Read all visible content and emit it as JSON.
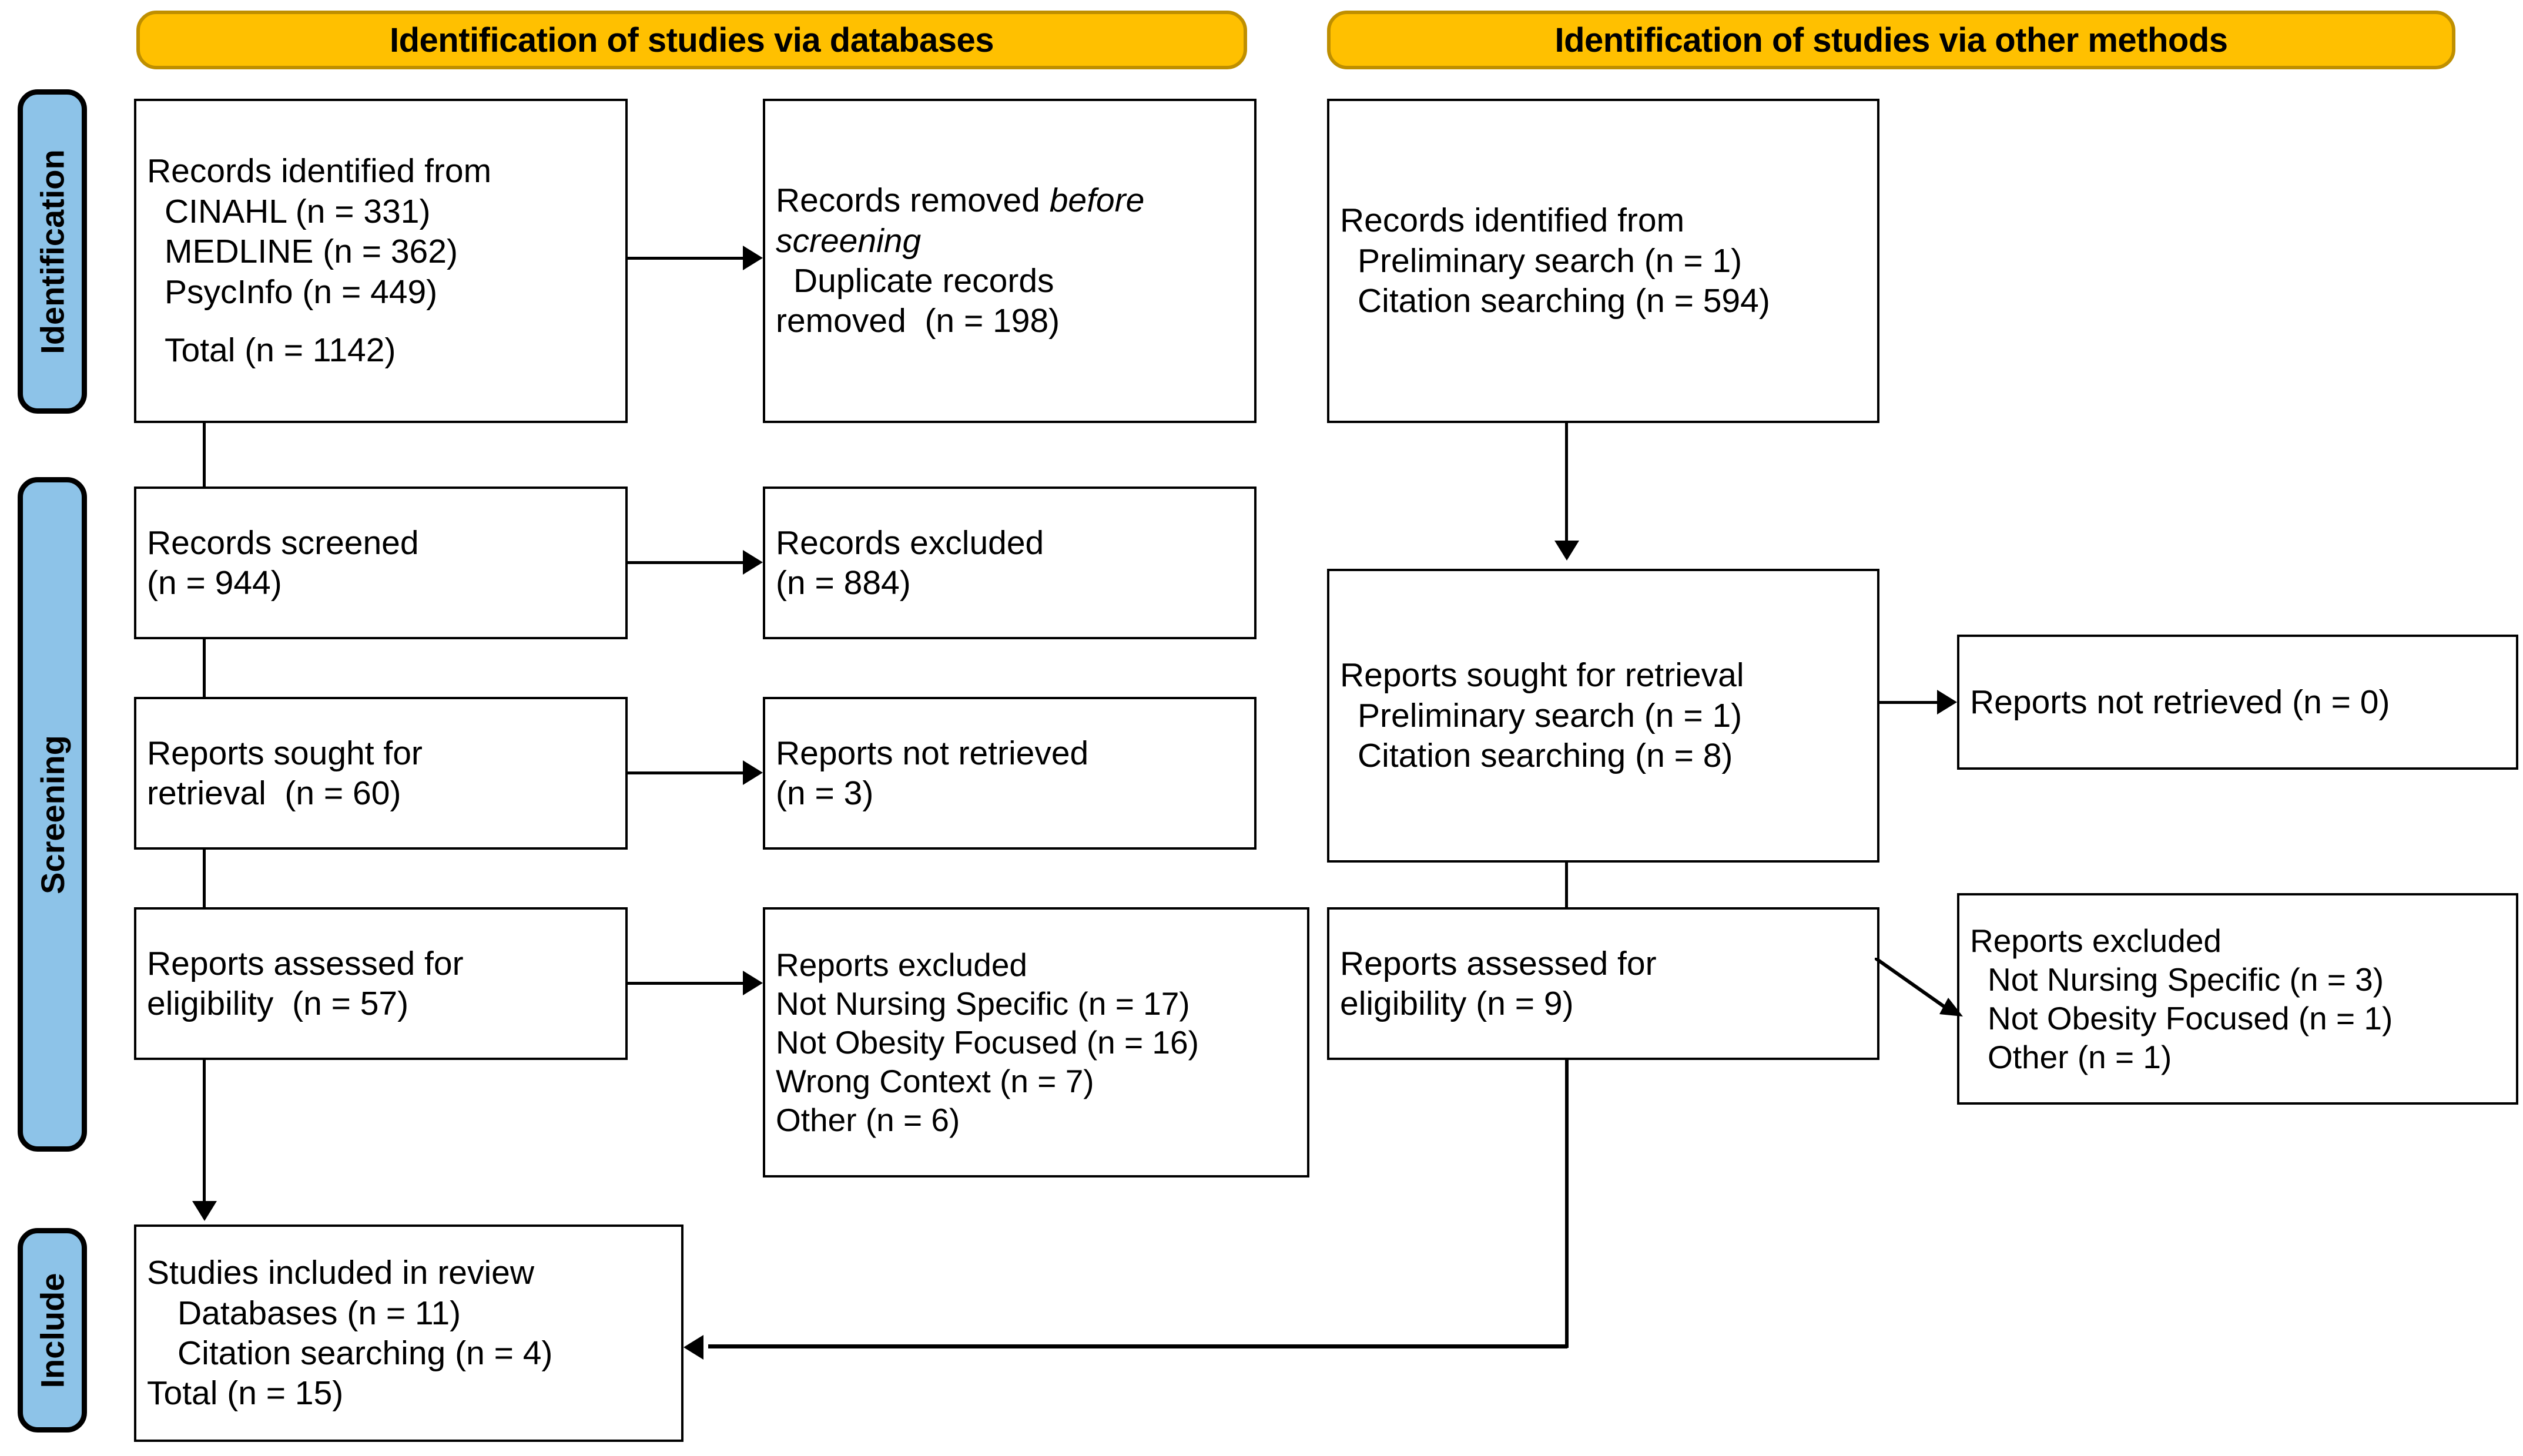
{
  "diagram": {
    "type": "PRISMA 2020 flow diagram",
    "headers": [
      {
        "label": "Identification of studies via databases"
      },
      {
        "label": "Identification of studies via other methods"
      }
    ],
    "phases": [
      {
        "label": "Identification"
      },
      {
        "label": "Screening"
      },
      {
        "label": "Include"
      }
    ],
    "boxes": {
      "db_identified": {
        "lines": [
          "Records identified from",
          "CINAHL (n = 331)",
          "MEDLINE (n = 362)",
          "PsycInfo (n = 449)",
          "",
          "Total (n = 1142)"
        ]
      },
      "db_removed": {
        "lines": [
          "Records removed before",
          "screening",
          "Duplicate records",
          "removed  (n = 198)"
        ],
        "italic_words": "before screening"
      },
      "db_screened": {
        "lines": [
          "Records screened",
          "(n = 944)"
        ]
      },
      "db_excluded": {
        "lines": [
          "Records excluded",
          "(n = 884)"
        ]
      },
      "db_sought": {
        "lines": [
          "Reports sought for",
          "retrieval  (n = 60)"
        ]
      },
      "db_not_retrieved": {
        "lines": [
          "Reports not retrieved",
          "(n = 3)"
        ]
      },
      "db_assessed": {
        "lines": [
          "Reports assessed for",
          "eligibility  (n = 57)"
        ]
      },
      "db_reports_excluded": {
        "lines": [
          "Reports excluded",
          "Not Nursing Specific (n = 17)",
          "Not Obesity Focused (n = 16)",
          "Wrong Context (n = 7)",
          "Other (n = 6)"
        ]
      },
      "other_identified": {
        "lines": [
          "Records identified from",
          "Preliminary search (n = 1)",
          "Citation searching (n = 594)"
        ]
      },
      "other_sought": {
        "lines": [
          "Reports sought for retrieval",
          "Preliminary search (n = 1)",
          "Citation searching (n = 8)"
        ]
      },
      "other_not_retrieved": {
        "lines": [
          "Reports not retrieved (n = 0)"
        ]
      },
      "other_assessed": {
        "lines": [
          "Reports assessed for",
          "eligibility (n = 9)"
        ]
      },
      "other_reports_excluded": {
        "lines": [
          "Reports excluded",
          "Not Nursing Specific (n = 3)",
          "Not Obesity Focused (n = 1)",
          "Other (n = 1)"
        ]
      },
      "included": {
        "lines": [
          "Studies included in review",
          "Databases (n = 11)",
          "Citation searching (n = 4)",
          "Total (n = 15)"
        ]
      }
    },
    "colors": {
      "header_fill": "#FFC000",
      "header_border": "#BF8F00",
      "phase_fill": "#8DC3E8",
      "box_border": "#000000",
      "background": "#FFFFFF"
    }
  }
}
